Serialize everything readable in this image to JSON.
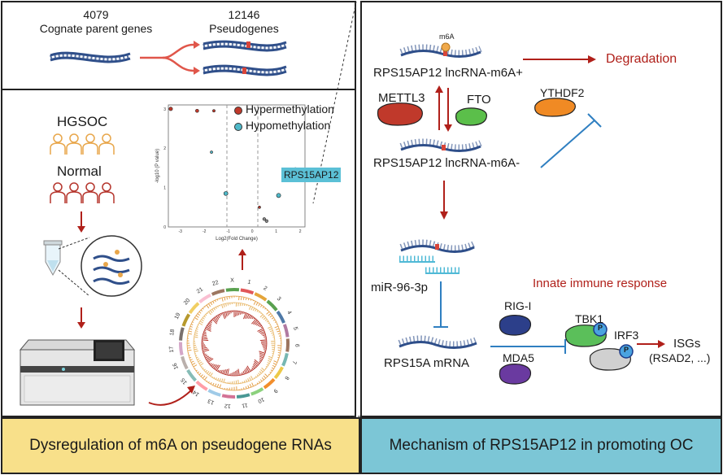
{
  "top_panel": {
    "parent_count": "4079",
    "parent_label": "Cognate parent genes",
    "pseudo_count": "12146",
    "pseudo_label": "Pseudogenes"
  },
  "left_panel": {
    "hgsoc_label": "HGSOC",
    "normal_label": "Normal",
    "volcano": {
      "xlabel": "Log2(Fold Change)",
      "ylabel": "-log10 (P value)",
      "legend_hyper": "Hypermethylation",
      "legend_hypo": "Hypomethylation",
      "highlight_label": "RPS15AP12",
      "x_ticks": [
        "-3",
        "-2",
        "-1",
        "0",
        "1",
        "2"
      ],
      "y_ticks": [
        "0",
        "1",
        "2",
        "3"
      ]
    },
    "circos_chromosomes": [
      "1",
      "2",
      "3",
      "4",
      "5",
      "6",
      "7",
      "8",
      "9",
      "10",
      "11",
      "12",
      "13",
      "14",
      "15",
      "16",
      "17",
      "18",
      "19",
      "20",
      "21",
      "22",
      "X"
    ]
  },
  "right_panel": {
    "m6a_tag": "m6A",
    "lnc_plus": "RPS15AP12 lncRNA-m6A+",
    "lnc_minus": "RPS15AP12 lncRNA-m6A-",
    "degradation": "Degradation",
    "mettl3": "METTL3",
    "fto": "FTO",
    "ythdf2": "YTHDF2",
    "mirna": "miR-96-3p",
    "innate": "Innate immune response",
    "rigi": "RIG-I",
    "mda5": "MDA5",
    "tbk1": "TBK1",
    "irf3": "IRF3",
    "phospho": "P",
    "mrna": "RPS15A mRNA",
    "isgs": "ISGs",
    "isgs_sub": "(RSAD2, ...)"
  },
  "banners": {
    "left": "Dysregulation of m6A on pseudogene RNAs",
    "right": "Mechanism of RPS15AP12 in promoting OC"
  },
  "colors": {
    "rna_blue": "#2f4f8a",
    "mark_red": "#d8453a",
    "arrow_red": "#b0201a",
    "inhibit_blue": "#2f7fc1",
    "left_banner": "#f8e08a",
    "right_banner": "#7cc6d6",
    "hgsoc_orange": "#e8a64a",
    "normal_red": "#b5352c"
  }
}
